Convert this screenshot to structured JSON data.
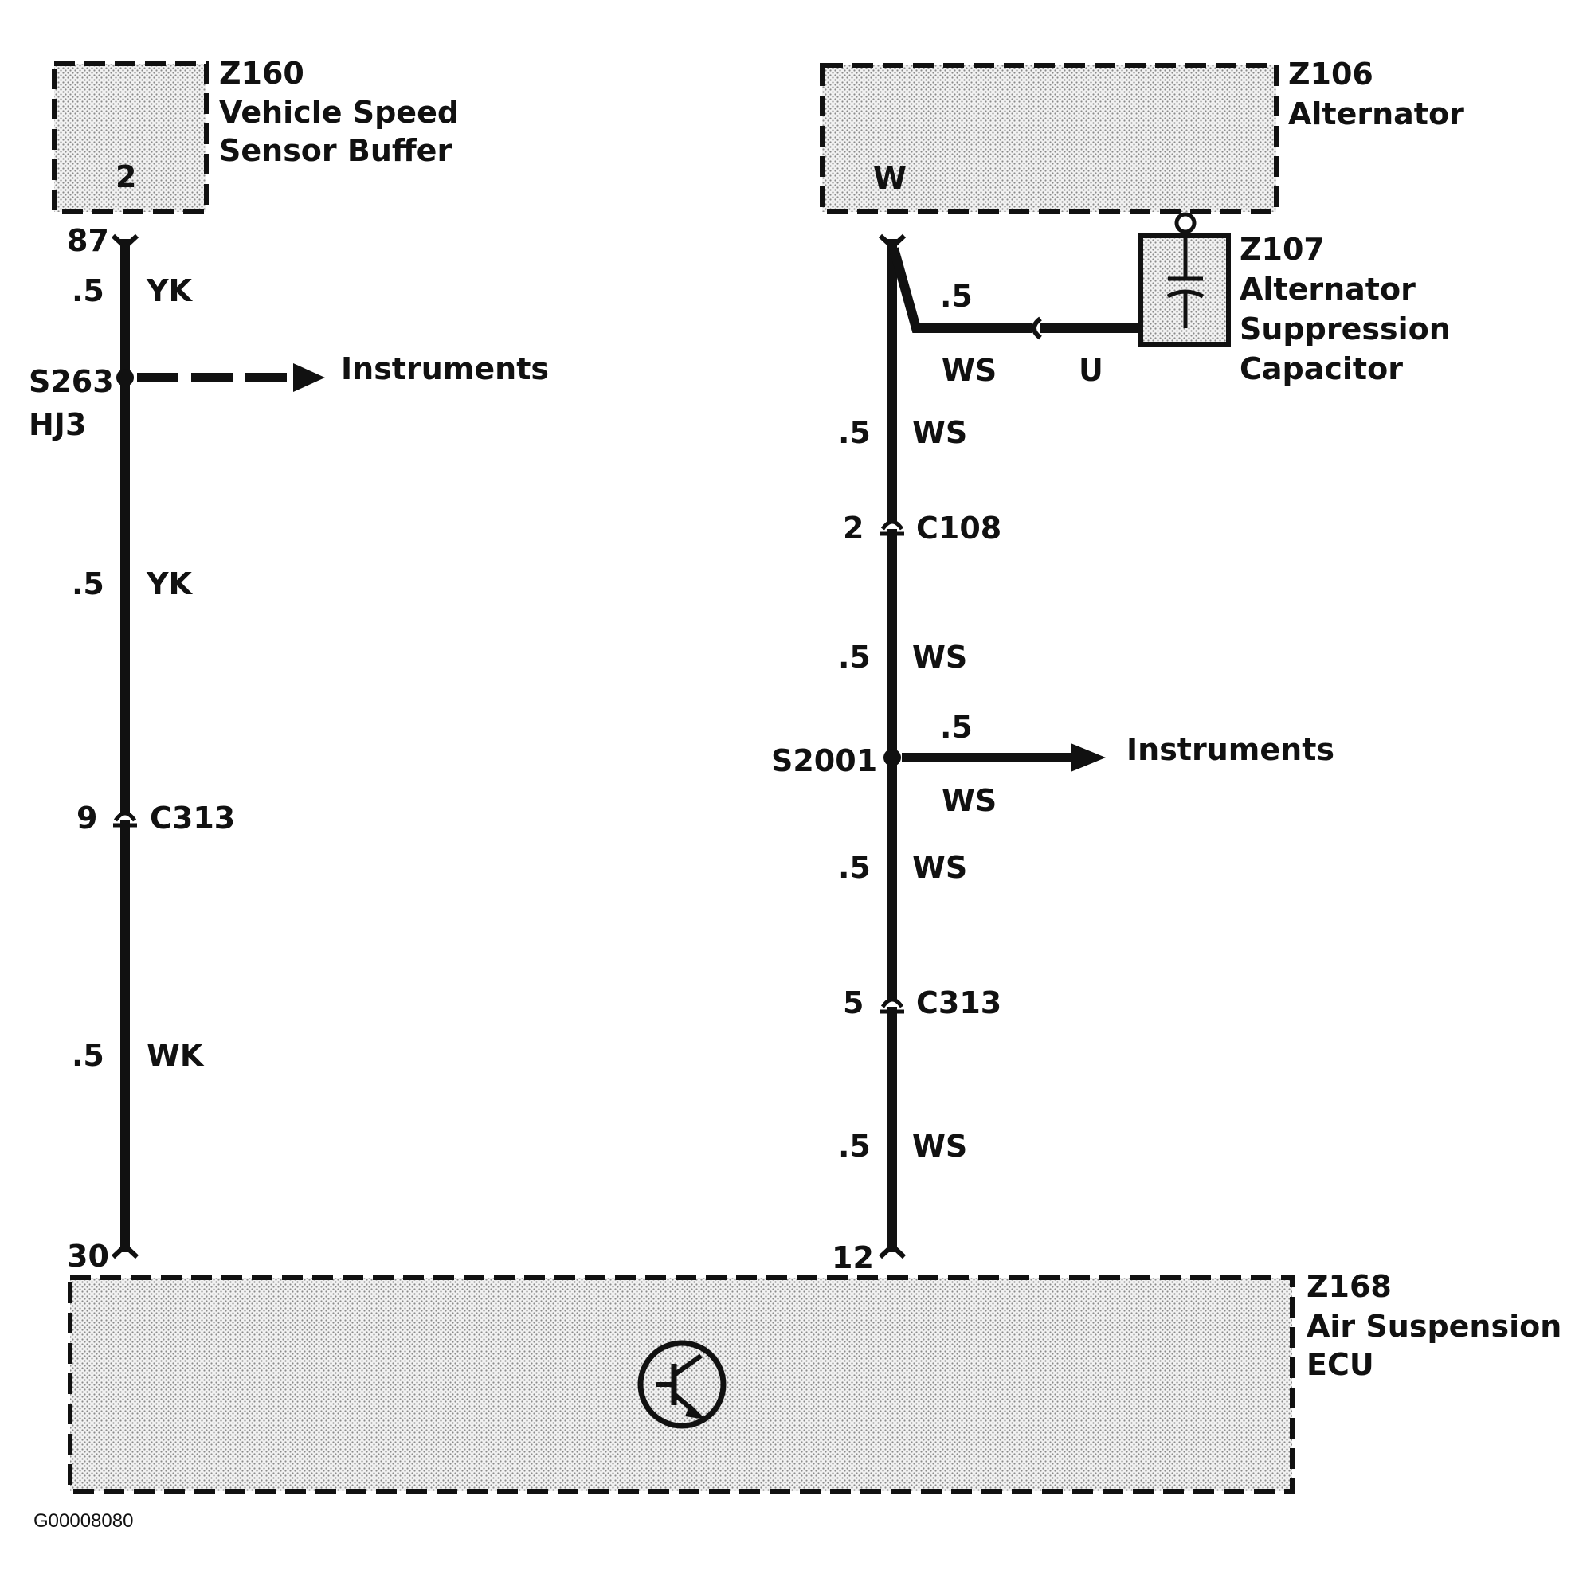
{
  "components": {
    "z160": {
      "id": "Z160",
      "line1": "Vehicle Speed",
      "line2": "Sensor Buffer",
      "pin": "2"
    },
    "z106": {
      "id": "Z106",
      "name": "Alternator",
      "pin": "W"
    },
    "z107": {
      "id": "Z107",
      "line1": "Alternator",
      "line2": "Suppression",
      "line3": "Capacitor"
    },
    "z168": {
      "id": "Z168",
      "line1": "Air Suspension",
      "line2": "ECU"
    }
  },
  "left_circuit": {
    "top_pin": "87",
    "bottom_pin": "30",
    "seg1": {
      "size": ".5",
      "color": "YK"
    },
    "splice": {
      "id": "S263",
      "sub": "HJ3",
      "dest": "Instruments"
    },
    "seg2": {
      "size": ".5",
      "color": "YK"
    },
    "connector": {
      "pin": "9",
      "id": "C313"
    },
    "seg3": {
      "size": ".5",
      "color": "WK"
    }
  },
  "right_circuit": {
    "bottom_pin": "12",
    "branch": {
      "size": ".5",
      "color": "WS",
      "color2": "U"
    },
    "seg1": {
      "size": ".5",
      "color": "WS"
    },
    "connector1": {
      "pin": "2",
      "id": "C108"
    },
    "seg2": {
      "size": ".5",
      "color": "WS"
    },
    "splice": {
      "id": "S2001",
      "dest": "Instruments",
      "size": ".5",
      "color": "WS"
    },
    "seg3": {
      "size": ".5",
      "color": "WS"
    },
    "connector2": {
      "pin": "5",
      "id": "C313"
    },
    "seg4": {
      "size": ".5",
      "color": "WS"
    }
  },
  "figure_code": "G00008080"
}
